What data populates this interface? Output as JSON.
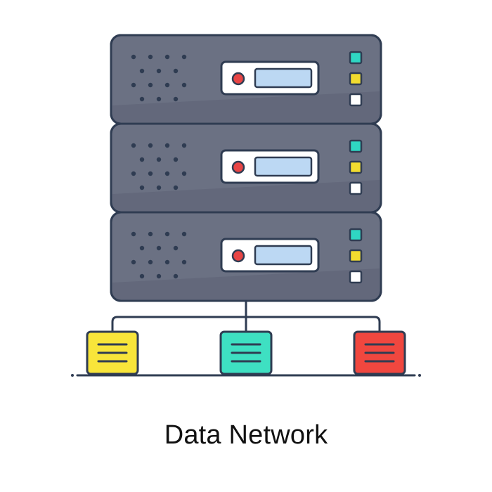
{
  "caption": "Data Network",
  "colors": {
    "outline": "#2f3c52",
    "server_body": "#6b7183",
    "server_shadow": "#5e6376",
    "display_bg": "#ffffff",
    "display_screen": "#bcd8f3",
    "power_button": "#e84545",
    "led_top": "#2fd6c3",
    "led_middle": "#f2dc2f",
    "led_bottom": "#ffffff",
    "folder_left": "#f8e53a",
    "folder_center": "#3ee0c2",
    "folder_right": "#f0473f"
  },
  "server_units": [
    {
      "name": "server-unit-top"
    },
    {
      "name": "server-unit-middle"
    },
    {
      "name": "server-unit-bottom"
    }
  ],
  "nodes": [
    {
      "name": "folder-left-icon",
      "color_key": "folder_left"
    },
    {
      "name": "folder-center-icon",
      "color_key": "folder_center"
    },
    {
      "name": "folder-right-icon",
      "color_key": "folder_right"
    }
  ]
}
